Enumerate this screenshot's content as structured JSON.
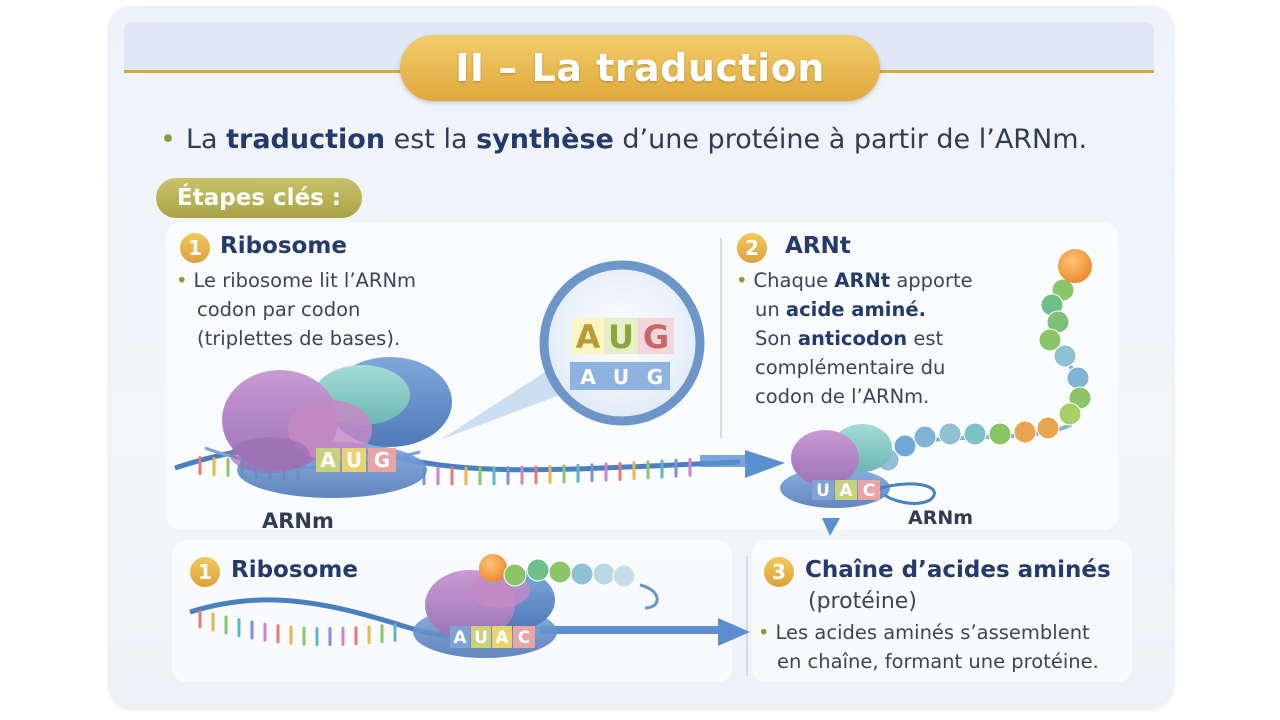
{
  "title": "II – La traduction",
  "intro": {
    "part1": "La ",
    "bold1": "traduction",
    "part2": " est la ",
    "bold2": "synthèse",
    "part3": " d’une protéine à partir de l’ARNm."
  },
  "etapes_label": "Étapes clés :",
  "step1": {
    "number": "1",
    "heading": "Ribosome",
    "lines": [
      "Le ribosome lit l’ARNm",
      "codon par codon",
      "(triplettes de bases)."
    ],
    "mrna_label": "ARNm",
    "codon_on_strand": [
      "A",
      "U",
      "G"
    ],
    "magnifier_codon_top": [
      "A",
      "U",
      "G"
    ],
    "magnifier_codon_bottom": [
      "A",
      "U",
      "G"
    ]
  },
  "step2": {
    "number": "2",
    "heading": "ARNt",
    "line1_a": "Chaque ",
    "line1_b": "ARNt",
    "line1_c": " apporte",
    "line2_a": "un ",
    "line2_b": "acide aminé.",
    "line3_a": "Son ",
    "line3_b": "anticodon",
    "line3_c": " est",
    "line4": "complémentaire du",
    "line5": "codon de l’ARNm.",
    "anticodon": [
      "U",
      "A",
      "C"
    ],
    "mrna_label": "ARNm"
  },
  "step1b": {
    "number": "1",
    "heading": "Ribosome",
    "codons": [
      "A",
      "U",
      "A",
      "C"
    ]
  },
  "step3": {
    "number": "3",
    "heading": "Chaîne d’acides aminés",
    "subheading": "(protéine)",
    "lines": [
      "Les acides aminés s’assemblent",
      "en chaîne, formant une protéine."
    ]
  },
  "colors": {
    "title_gold": "#e0aa3e",
    "navy": "#243a6b",
    "bullet_olive": "#8c9a3c",
    "strand_blue": "#4a7fc0",
    "arrow_blue": "#5b8fd0"
  }
}
